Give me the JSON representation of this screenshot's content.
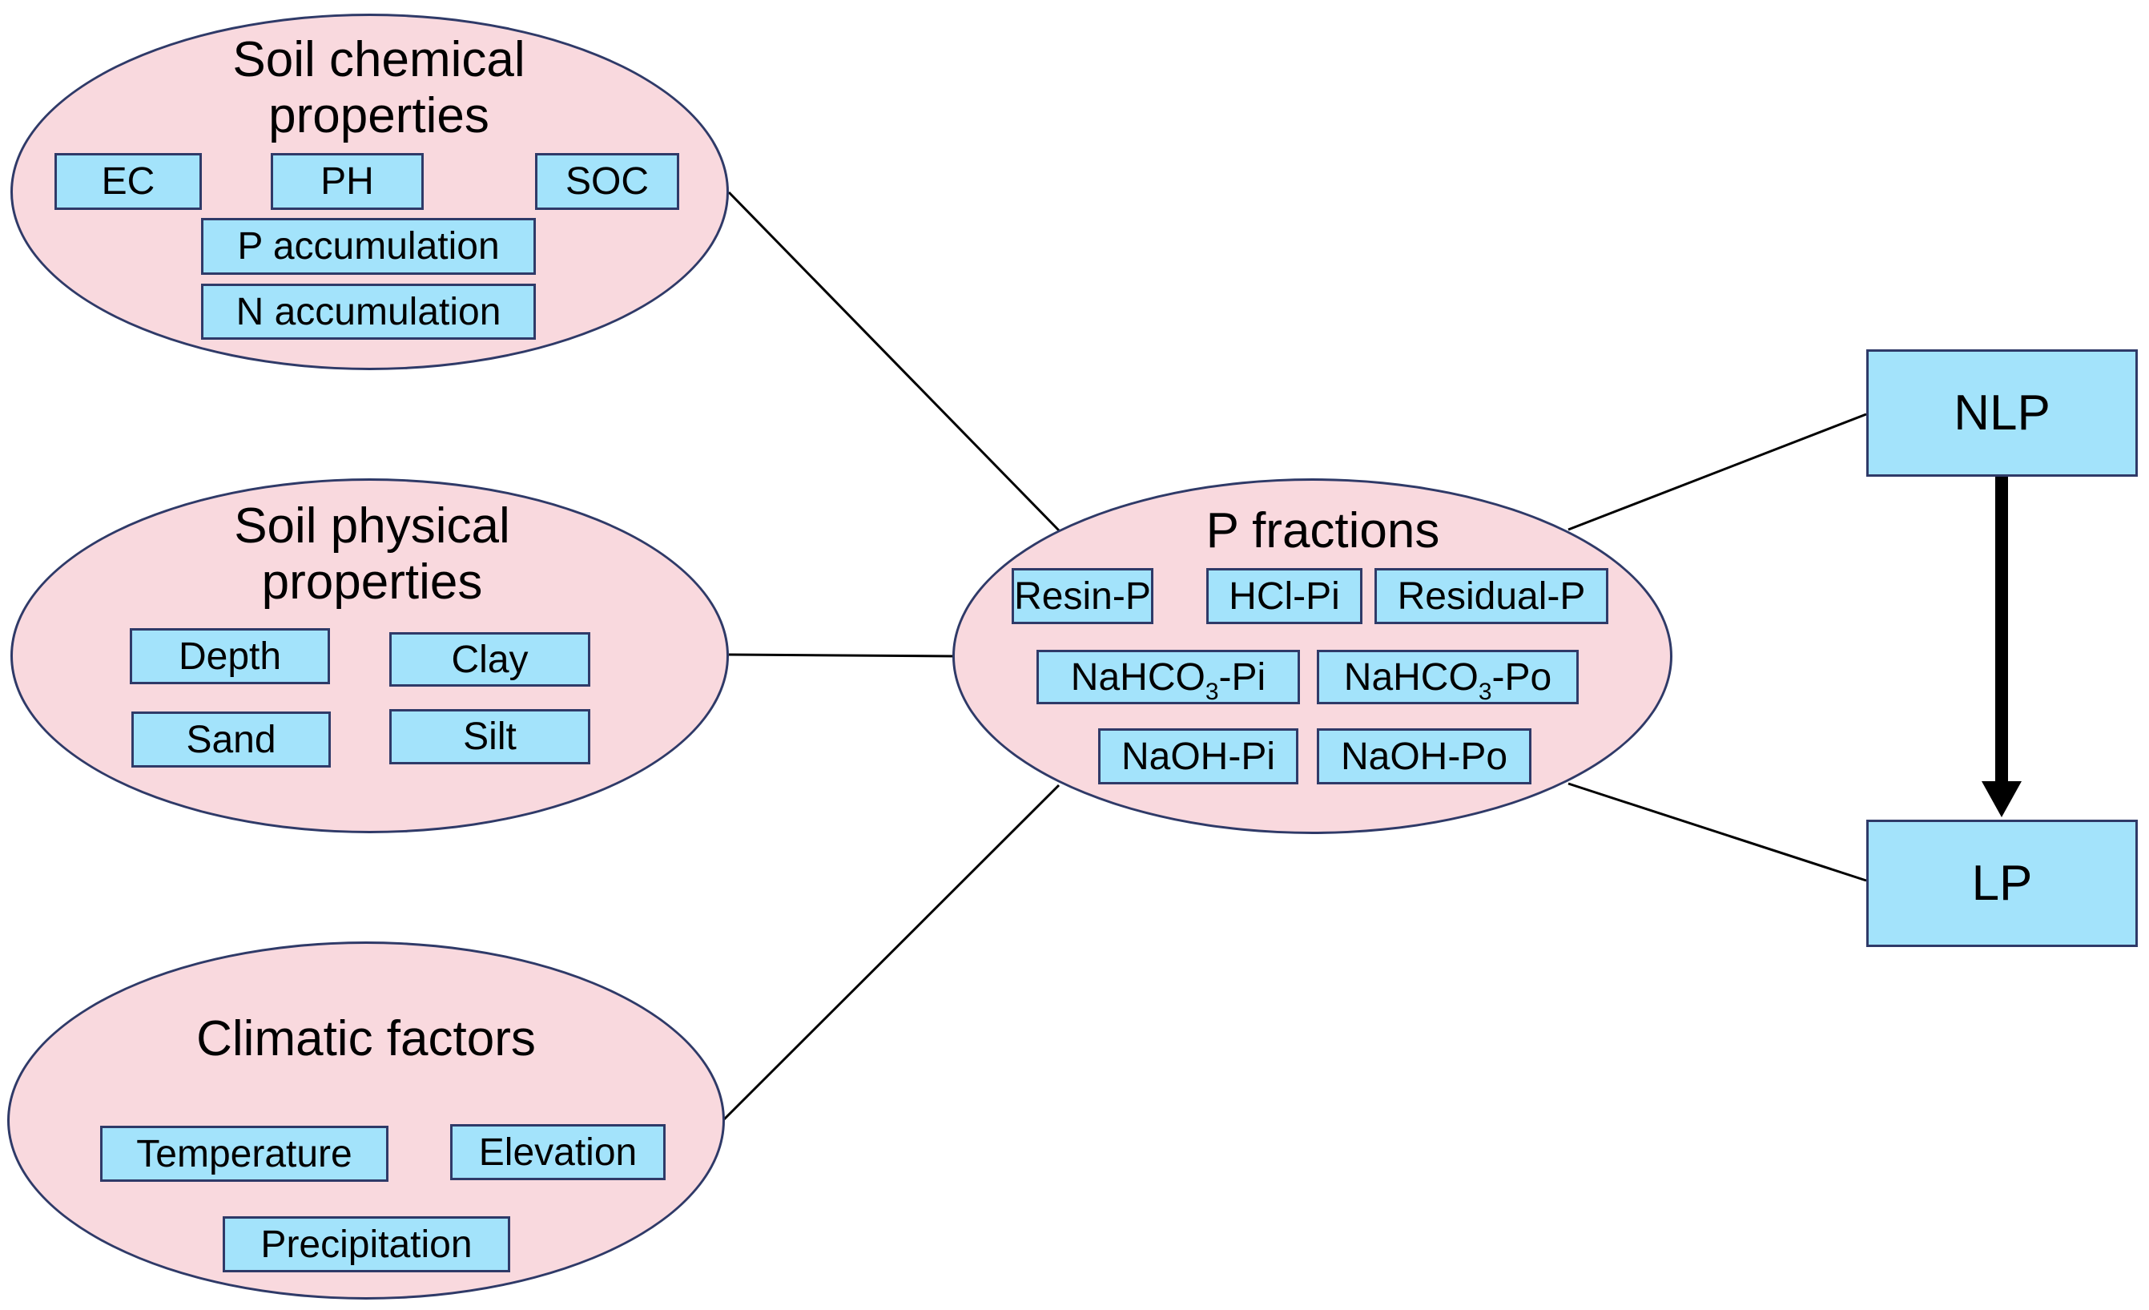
{
  "colors": {
    "ellipse_fill": "#f9d9de",
    "box_fill": "#a3e3fb",
    "outline": "#2f3a68",
    "line": "#000000"
  },
  "soil_chemical": {
    "title_line1": "Soil chemical",
    "title_line2": "properties",
    "items": [
      "EC",
      "PH",
      "SOC",
      "P accumulation",
      "N accumulation"
    ]
  },
  "soil_physical": {
    "title_line1": "Soil physical",
    "title_line2": "properties",
    "items": [
      "Depth",
      "Clay",
      "Sand",
      "Silt"
    ]
  },
  "climatic": {
    "title": "Climatic factors",
    "items": [
      "Temperature",
      "Elevation",
      "Precipitation"
    ]
  },
  "p_fractions": {
    "title": "P fractions",
    "items": [
      "Resin-P",
      "HCl-Pi",
      "Residual-P"
    ],
    "nahco3_pi": {
      "prefix": "NaHCO",
      "sub": "3",
      "suffix": "-Pi"
    },
    "nahco3_po": {
      "prefix": "NaHCO",
      "sub": "3",
      "suffix": "-Po"
    },
    "naoh_items": [
      "NaOH-Pi",
      "NaOH-Po"
    ]
  },
  "outcomes": {
    "nlp": "NLP",
    "lp": "LP"
  }
}
